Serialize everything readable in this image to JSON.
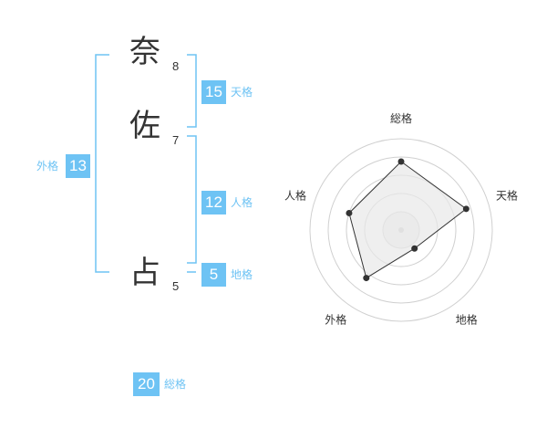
{
  "name": {
    "characters": [
      {
        "char": "奈",
        "strokes": "8"
      },
      {
        "char": "佐",
        "strokes": "7"
      },
      {
        "char": "占",
        "strokes": "5"
      }
    ]
  },
  "fortunes": {
    "tenkaku": {
      "value": "15",
      "label": "天格"
    },
    "jinkaku": {
      "value": "12",
      "label": "人格"
    },
    "chikaku": {
      "value": "5",
      "label": "地格"
    },
    "gaikaku": {
      "value": "13",
      "label": "外格"
    },
    "soukaku": {
      "value": "20",
      "label": "総格"
    }
  },
  "colors": {
    "accent": "#6ec3f4",
    "bracket": "#6ec3f4",
    "text": "#333333",
    "radar_grid": "#d0d0d0",
    "radar_fill": "#e8e8e8",
    "radar_line": "#333333"
  },
  "chart_data": {
    "type": "radar",
    "axes": [
      "総格",
      "天格",
      "地格",
      "外格",
      "人格"
    ],
    "values": [
      15,
      15,
      5,
      13,
      12
    ],
    "rings": 5
  }
}
